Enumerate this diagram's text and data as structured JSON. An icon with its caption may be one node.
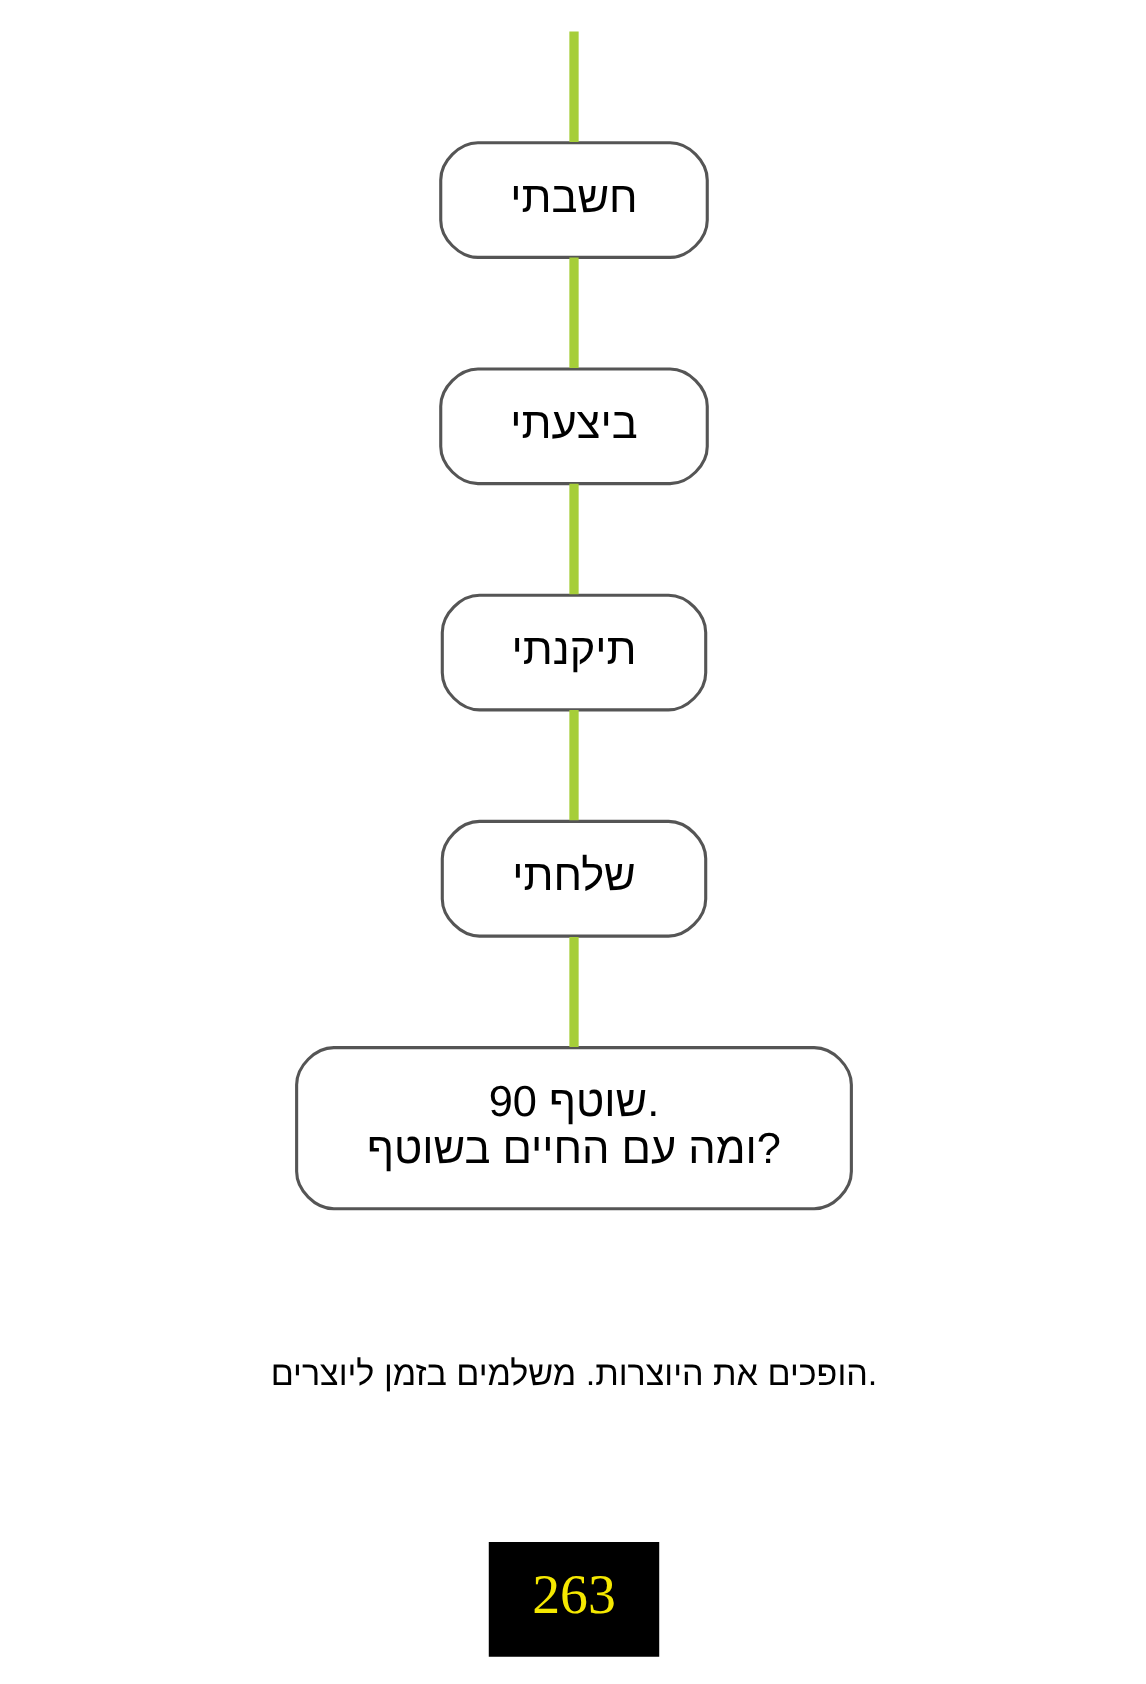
{
  "diagram": {
    "nodes": [
      {
        "text": [
          "חשבתי"
        ]
      },
      {
        "text": [
          "ביצעתי"
        ]
      },
      {
        "text": [
          "תיקנתי"
        ]
      },
      {
        "text": [
          "שלחתי"
        ]
      },
      {
        "text": [
          "שוטף 90.",
          "ומה עם החיים בשוטף?"
        ]
      }
    ],
    "edges": [
      {
        "from": null,
        "to": 0,
        "arrow": "none"
      },
      {
        "from": 0,
        "to": 1,
        "arrow": "none"
      },
      {
        "from": 1,
        "to": 2,
        "arrow": "none"
      },
      {
        "from": 2,
        "to": 3,
        "arrow": "none"
      },
      {
        "from": 3,
        "to": 4,
        "arrow": "none"
      }
    ],
    "labels": [
      "הופכים את היוצרות. משלמים בזמן ליוצרים.",
      "263"
    ]
  }
}
